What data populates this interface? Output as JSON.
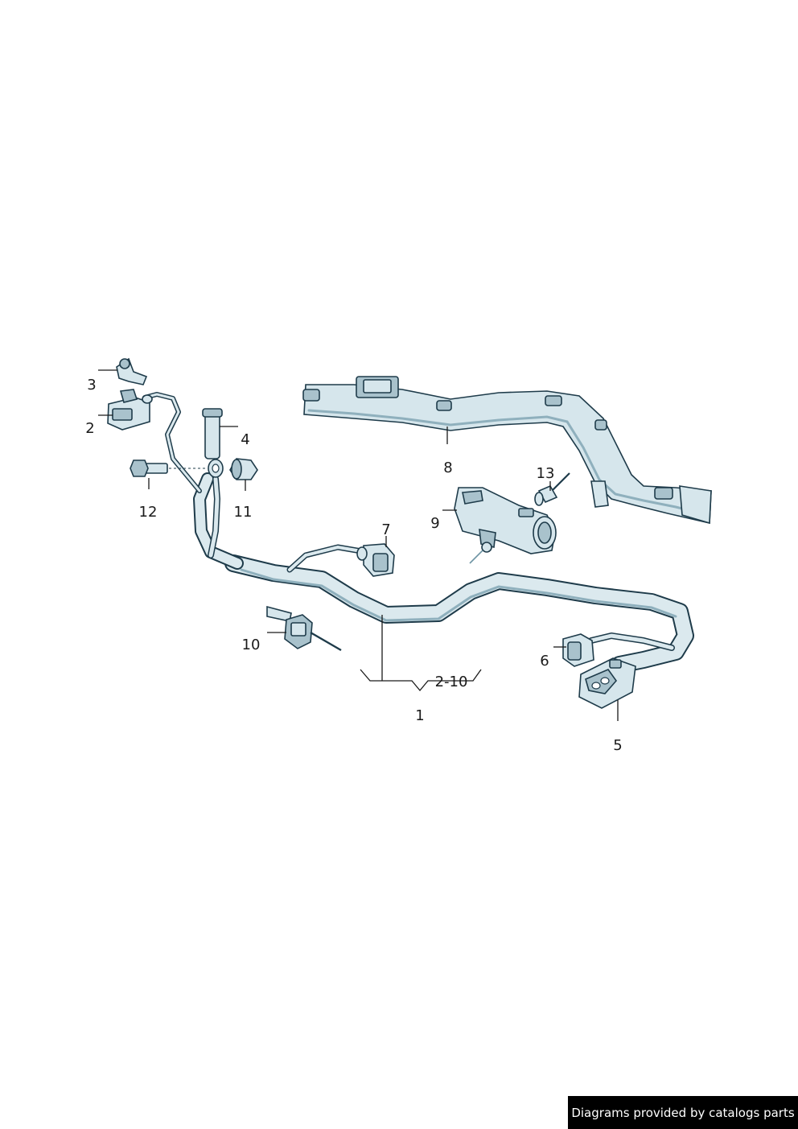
{
  "diagram": {
    "callouts": [
      {
        "id": "c1",
        "label": "1"
      },
      {
        "id": "c2",
        "label": "2"
      },
      {
        "id": "c3",
        "label": "3"
      },
      {
        "id": "c4",
        "label": "4"
      },
      {
        "id": "c5",
        "label": "5"
      },
      {
        "id": "c6",
        "label": "6"
      },
      {
        "id": "c7",
        "label": "7"
      },
      {
        "id": "c8",
        "label": "8"
      },
      {
        "id": "c9",
        "label": "9"
      },
      {
        "id": "c10",
        "label": "10"
      },
      {
        "id": "c11",
        "label": "11"
      },
      {
        "id": "c12",
        "label": "12"
      },
      {
        "id": "c13",
        "label": "13"
      },
      {
        "id": "c2to10",
        "label": "2-10"
      }
    ],
    "colors": {
      "line": "#1e3b4a",
      "part_fill": "#d6e6ec",
      "part_shade": "#a9c2cc",
      "text": "#1a1a1a"
    }
  },
  "credit": {
    "text": "Diagrams provided by catalogs parts"
  }
}
